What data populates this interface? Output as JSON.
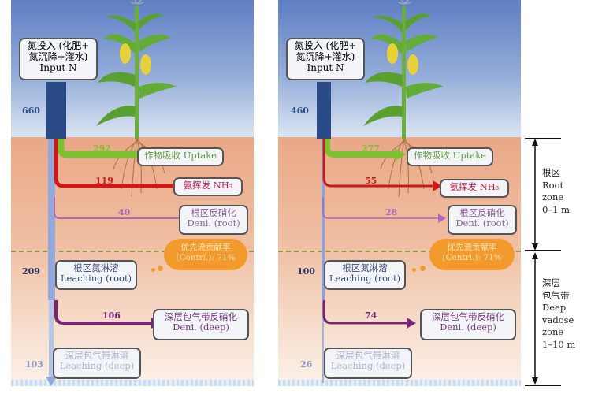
{
  "figure": {
    "description": "Nitrogen fate in root zone and deep vadose zone, two scenarios",
    "colors": {
      "sky_top": "#5f7fc4",
      "soil": "#e9a887",
      "input_bar": "#2a4a85",
      "leach_bar": "#93a8db",
      "uptake": "#7cc230",
      "volatilization": "#d01818",
      "denitrification_root": "#b068b8",
      "denitrification_deep": "#7a2478",
      "cloud": "#f39a2c",
      "divider": "#8aa04a"
    }
  },
  "panels": [
    {
      "id": "left",
      "input": {
        "label_cn_1": "氮投入 (化肥+",
        "label_cn_2": "氮沉降+灌水)",
        "label_en": "Input N",
        "value": "660"
      },
      "uptake": {
        "value": "292",
        "label": "作物吸收 Uptake"
      },
      "volatilization": {
        "value": "119",
        "label": "氨挥发 NH₃"
      },
      "deni_root": {
        "value": "40",
        "label_cn": "根区反硝化",
        "label_en": "Deni. (root)"
      },
      "leaching_root": {
        "value": "209",
        "label_cn": "根区氮淋溶",
        "label_en": "Leaching (root)"
      },
      "preferential_flow": {
        "label_cn": "优先流贡献率",
        "label_en": "(Contri.): 71%"
      },
      "deni_deep": {
        "value": "106",
        "label_cn": "深层包气带反硝化",
        "label_en": "Deni. (deep)"
      },
      "leaching_deep": {
        "value": "103",
        "label_cn": "深层包气带淋溶",
        "label_en": "Leaching (deep)"
      }
    },
    {
      "id": "right",
      "input": {
        "label_cn_1": "氮投入 (化肥+",
        "label_cn_2": "氮沉降+灌水)",
        "label_en": "Input N",
        "value": "460"
      },
      "uptake": {
        "value": "277",
        "label": "作物吸收 Uptake"
      },
      "volatilization": {
        "value": "55",
        "label": "氨挥发 NH₃"
      },
      "deni_root": {
        "value": "28",
        "label_cn": "根区反硝化",
        "label_en": "Deni. (root)"
      },
      "leaching_root": {
        "value": "100",
        "label_cn": "根区氮淋溶",
        "label_en": "Leaching (root)"
      },
      "preferential_flow": {
        "label_cn": "优先流贡献率",
        "label_en": "(Contri.): 71%"
      },
      "deni_deep": {
        "value": "74",
        "label_cn": "深层包气带反硝化",
        "label_en": "Deni. (deep)"
      },
      "leaching_deep": {
        "value": "26",
        "label_cn": "深层包气带淋溶",
        "label_en": "Leaching (deep)"
      }
    }
  ],
  "scale": {
    "root_zone": {
      "cn": "根区",
      "en1": "Root",
      "en2": "zone",
      "depth": "0–1 m"
    },
    "deep_zone": {
      "cn1": "深层",
      "cn2": "包气带",
      "en1": "Deep",
      "en2": "vadose",
      "en3": "zone",
      "depth": "1–10 m"
    }
  }
}
